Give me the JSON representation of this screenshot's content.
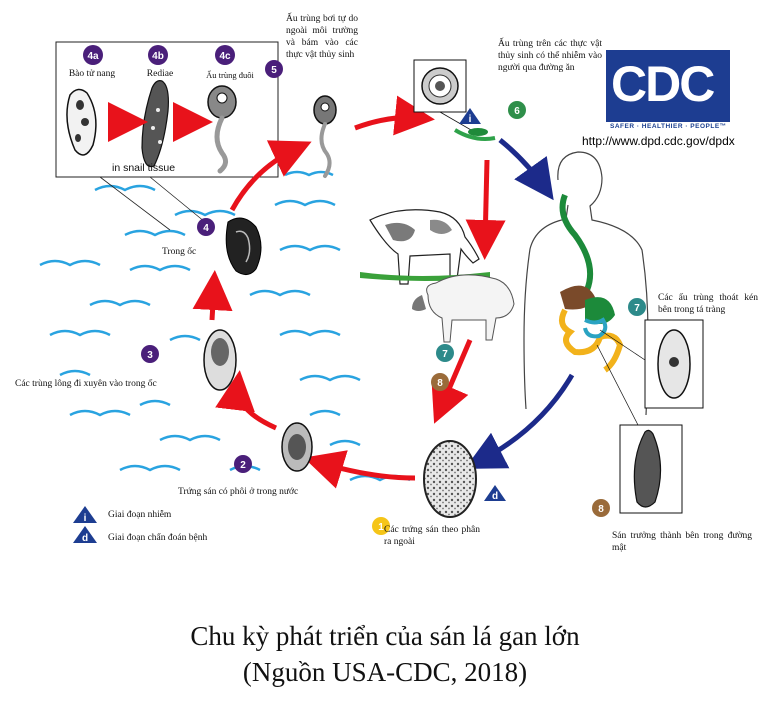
{
  "inset": {
    "stage_4a": {
      "number": "4a",
      "label": "Bào tử nang"
    },
    "stage_4b": {
      "number": "4b",
      "label": "Rediae"
    },
    "stage_4c": {
      "number": "4c",
      "label": "Ấu trùng đuôi"
    },
    "tissue_label": "in snail tissue"
  },
  "stages": {
    "s1": {
      "number": "1",
      "label": "Các trứng sán theo phân ra ngoài"
    },
    "s2": {
      "number": "2",
      "label": "Trứng sán có phôi ở trong nước"
    },
    "s3": {
      "number": "3",
      "label": "Các trùng lông đi xuyên vào trong ốc"
    },
    "s4": {
      "number": "4",
      "label": "Trong ốc"
    },
    "s5": {
      "number": "5",
      "label": "Ấu trùng bơi tự do ngoài môi trường và bám vào các thực vật thủy sinh"
    },
    "s6": {
      "number": "6",
      "label": "Ấu trùng trên các thực vật thủy sinh có thể nhiễm vào người qua đường ăn"
    },
    "s7_host": {
      "number": "7"
    },
    "s7": {
      "number": "7",
      "label": "Các ấu trùng thoát kén bên trong tá tràng"
    },
    "s8_host": {
      "number": "8"
    },
    "s8": {
      "number": "8",
      "label": "Sán trưởng thành bên trong đường mật"
    }
  },
  "markers": {
    "infective": "i",
    "diagnostic": "d"
  },
  "legend": {
    "infective_symbol": "i",
    "infective_label": "Giai đoạn nhiễm",
    "diagnostic_symbol": "d",
    "diagnostic_label": "Giai đoạn chẩn đoán bệnh"
  },
  "cdc": {
    "logo_text": "CDC",
    "tagline": "SAFER · HEALTHIER · PEOPLE™",
    "url": "http://www.dpd.cdc.gov/dpdx"
  },
  "caption": {
    "line1": "Chu kỳ phát triển của sán lá gan lớn",
    "line2": "(Nguồn USA-CDC, 2018)"
  },
  "colors": {
    "red_arrow": "#e8121b",
    "blue_arrow": "#1c2a8a",
    "water": "#29a3e0",
    "purple_badge": "#4a1f7a",
    "green_badge": "#2f8f4a",
    "teal_badge": "#2d8a8a",
    "brown_badge": "#9a6b3a",
    "yellow_badge": "#f5c518",
    "cdc_blue": "#1d3d91"
  }
}
